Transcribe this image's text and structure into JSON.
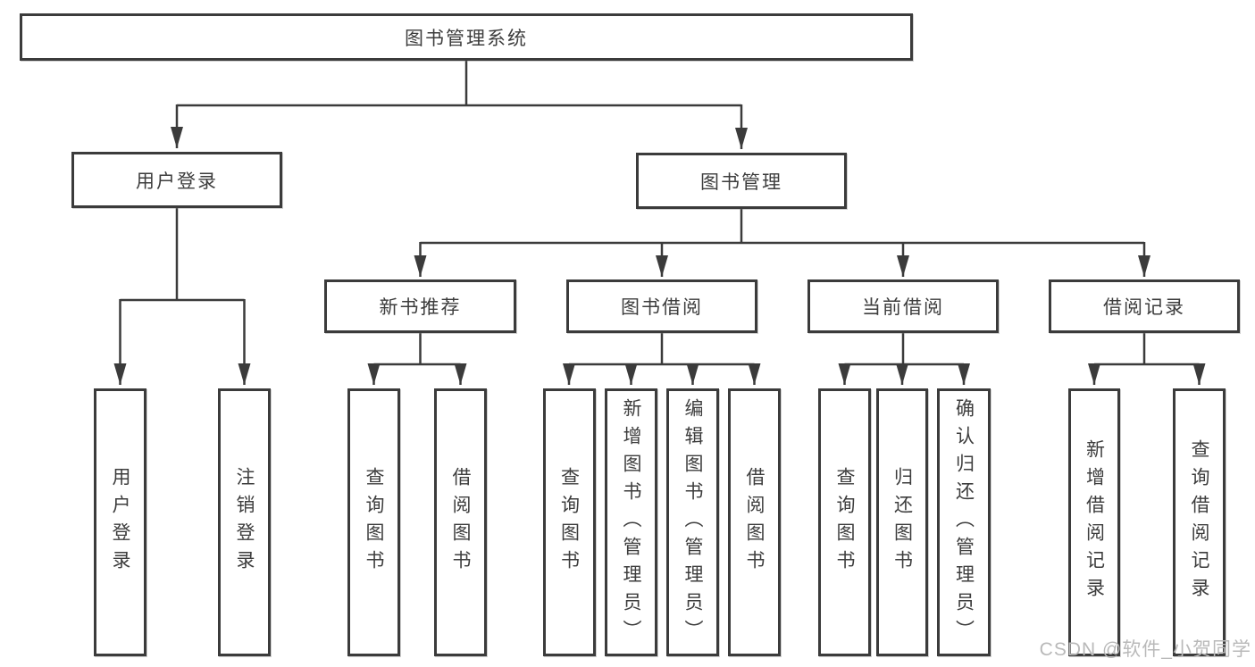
{
  "tree": {
    "root": {
      "label": "图书管理系统"
    },
    "children": [
      {
        "label": "用户登录",
        "children": [
          {
            "label": "用户登录"
          },
          {
            "label": "注销登录"
          }
        ]
      },
      {
        "label": "图书管理",
        "children": [
          {
            "label": "新书推荐",
            "children": [
              {
                "label": "查询图书"
              },
              {
                "label": "借阅图书"
              }
            ]
          },
          {
            "label": "图书借阅",
            "children": [
              {
                "label": "查询图书"
              },
              {
                "label": "新增图书（管理员）"
              },
              {
                "label": "编辑图书（管理员）"
              },
              {
                "label": "借阅图书"
              }
            ]
          },
          {
            "label": "当前借阅",
            "children": [
              {
                "label": "查询图书"
              },
              {
                "label": "归还图书"
              },
              {
                "label": "确认归还（管理员）"
              }
            ]
          },
          {
            "label": "借阅记录",
            "children": [
              {
                "label": "新增借阅记录"
              },
              {
                "label": "查询借阅记录"
              }
            ]
          }
        ]
      }
    ]
  },
  "watermark": {
    "text": "CSDN @软件_小贺同学"
  },
  "colors": {
    "line": "#3b3b3b",
    "box_border": "#3b3b3b",
    "text": "#3d3d3d",
    "watermark": "#b9b9b9",
    "background": "#ffffff"
  }
}
